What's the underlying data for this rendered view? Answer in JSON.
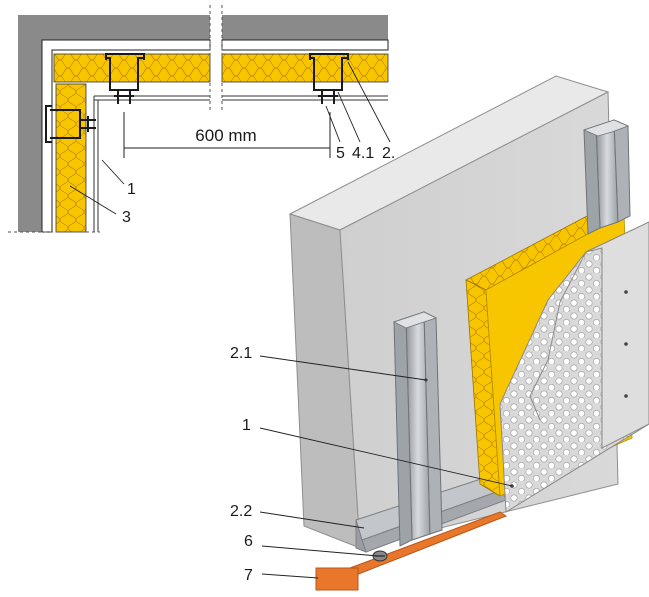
{
  "plan_view": {
    "dimension": "600 mm",
    "callouts": {
      "c1": "1",
      "c3": "3",
      "c5": "5",
      "c41": "4.1",
      "c2": "2."
    }
  },
  "elevation_view": {
    "callouts": {
      "c21": "2.1",
      "c1": "1",
      "c22": "2.2",
      "c6": "6",
      "c7": "7"
    }
  },
  "colors": {
    "wall_gray": "#8a8a8a",
    "insulation_yellow": "#f7c600",
    "board_light": "#e6e6e6",
    "steel": "#b8bcc2",
    "strip_orange": "#e8762b"
  }
}
